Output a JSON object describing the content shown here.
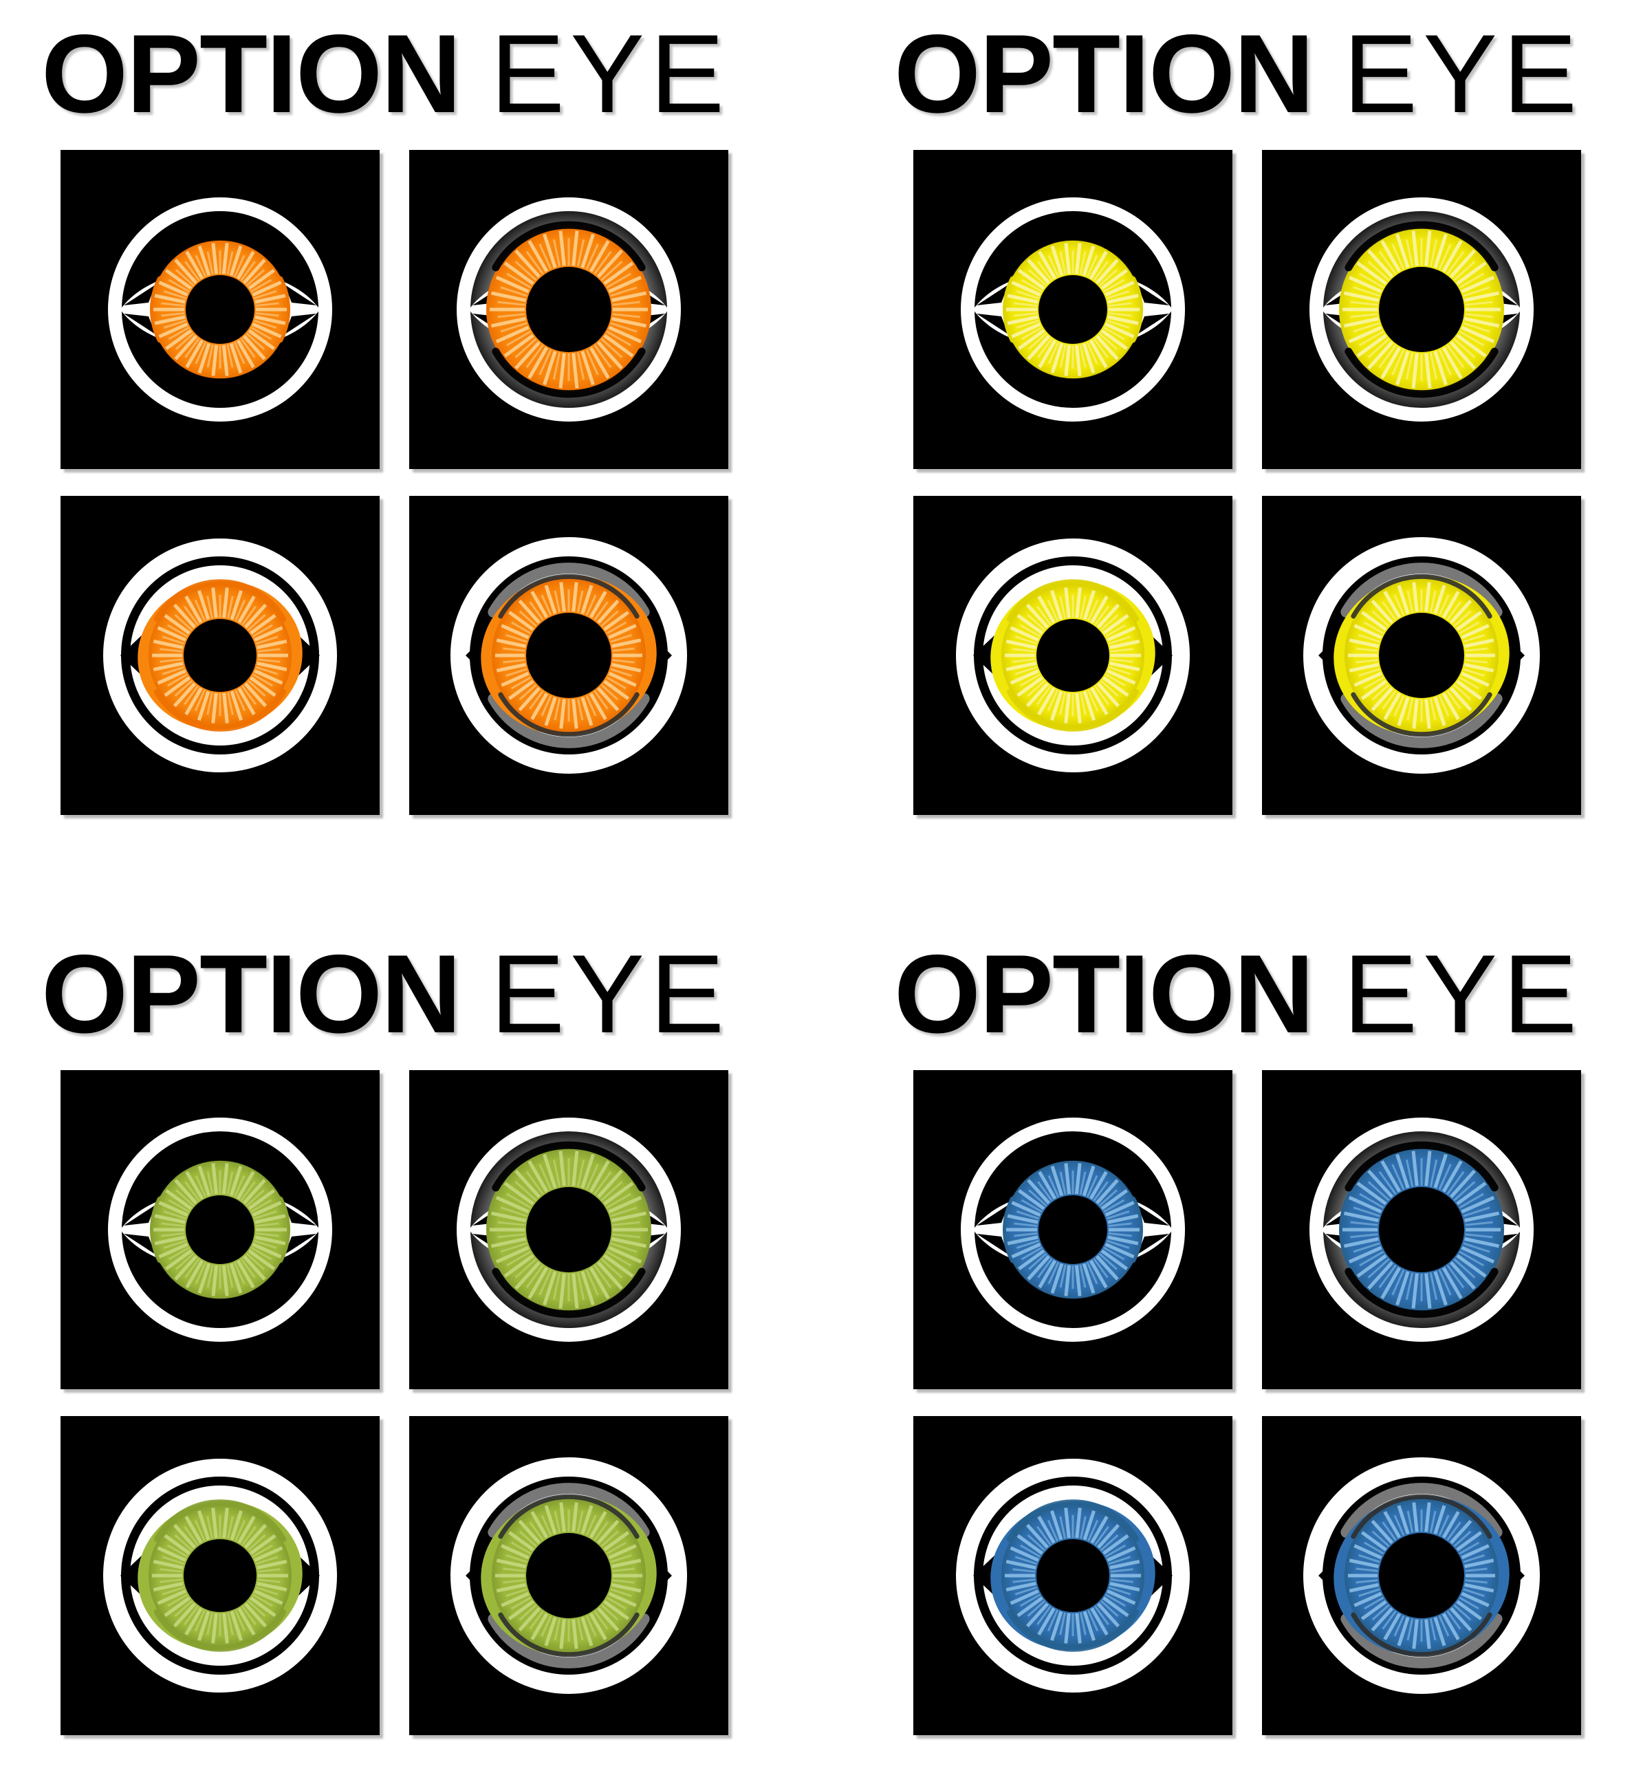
{
  "brand": {
    "bold_word": "OPTION",
    "light_word": "EYE"
  },
  "colors": {
    "background": "#ffffff",
    "title_text": "#000000",
    "tile_bg": "#000000",
    "ring_white": "#ffffff",
    "ring_black": "#000000",
    "sclera": "#ffffff",
    "pupil": "#000000",
    "lash_gray": "#787878",
    "lash_dark": "#2e2e2e",
    "sphere_light": "#ffffff",
    "sphere_dark": "#000000"
  },
  "quadrants": [
    {
      "name": "orange-eye-set",
      "iris": {
        "base": "#F8860D",
        "edge": "#ED7000",
        "streak": "#FFD596",
        "glow": "#FFAE3C"
      }
    },
    {
      "name": "yellow-eye-set",
      "iris": {
        "base": "#F0E70B",
        "edge": "#DCD200",
        "streak": "#FBF7B0",
        "glow": "#F6EF4D"
      }
    },
    {
      "name": "green-eye-set",
      "iris": {
        "base": "#9CB83C",
        "edge": "#849E2F",
        "streak": "#C8DA82",
        "glow": "#AFC75C"
      }
    },
    {
      "name": "blue-eye-set",
      "iris": {
        "base": "#2F6FAF",
        "edge": "#26608F",
        "streak": "#8FC2EA",
        "glow": "#4E89C4"
      }
    }
  ],
  "variants": [
    {
      "id": "eye-dark-ring"
    },
    {
      "id": "eye-dark-sphere-gradient"
    },
    {
      "id": "eye-light-double-ring"
    },
    {
      "id": "eye-light-gray-lash"
    }
  ]
}
